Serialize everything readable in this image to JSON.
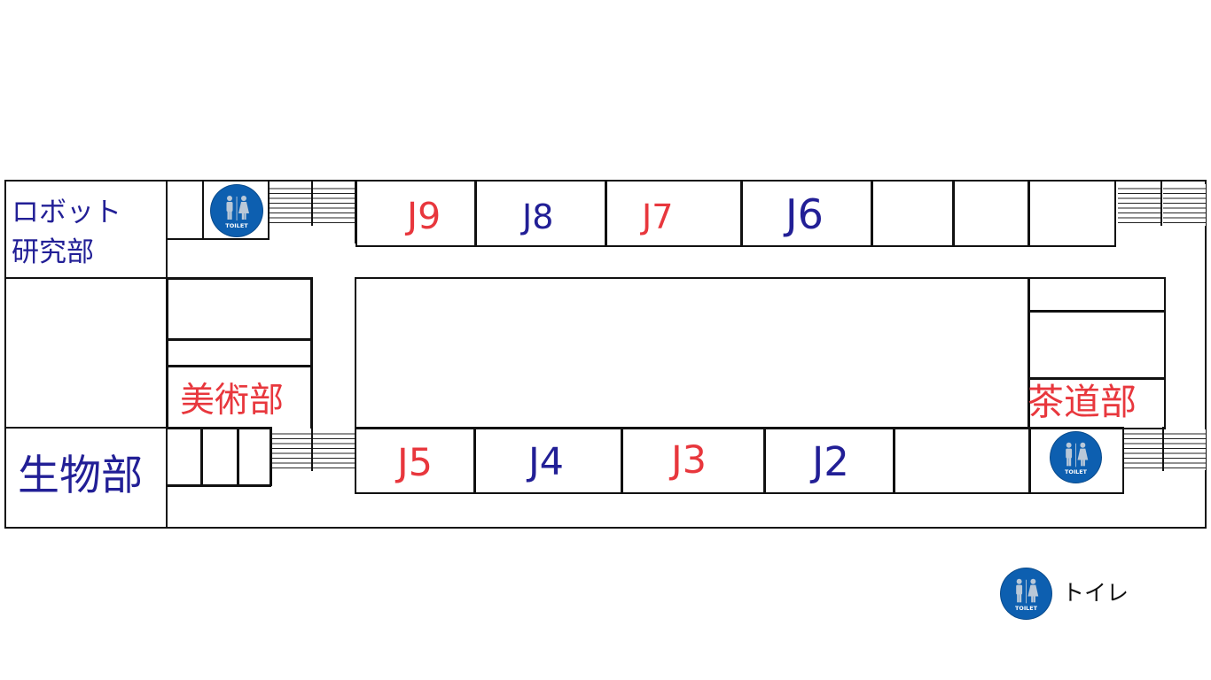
{
  "rooms": {
    "robot_club": {
      "line1": "ロボット",
      "line2": "研究部"
    },
    "art_club": "美術部",
    "biology_club": "生物部",
    "tea_club": "茶道部",
    "j9": "J9",
    "j8": "J8",
    "j7": "J7",
    "j6": "J6",
    "j5": "J5",
    "j4": "J4",
    "j3": "J3",
    "j2": "J2"
  },
  "toilet_icon_text": "TOILET",
  "legend": {
    "toilet_label": "トイレ"
  },
  "colors": {
    "club_blue": "#221f96",
    "club_red": "#e8373d",
    "toilet_blue": "#0d5fb0",
    "wall": "#111111"
  }
}
